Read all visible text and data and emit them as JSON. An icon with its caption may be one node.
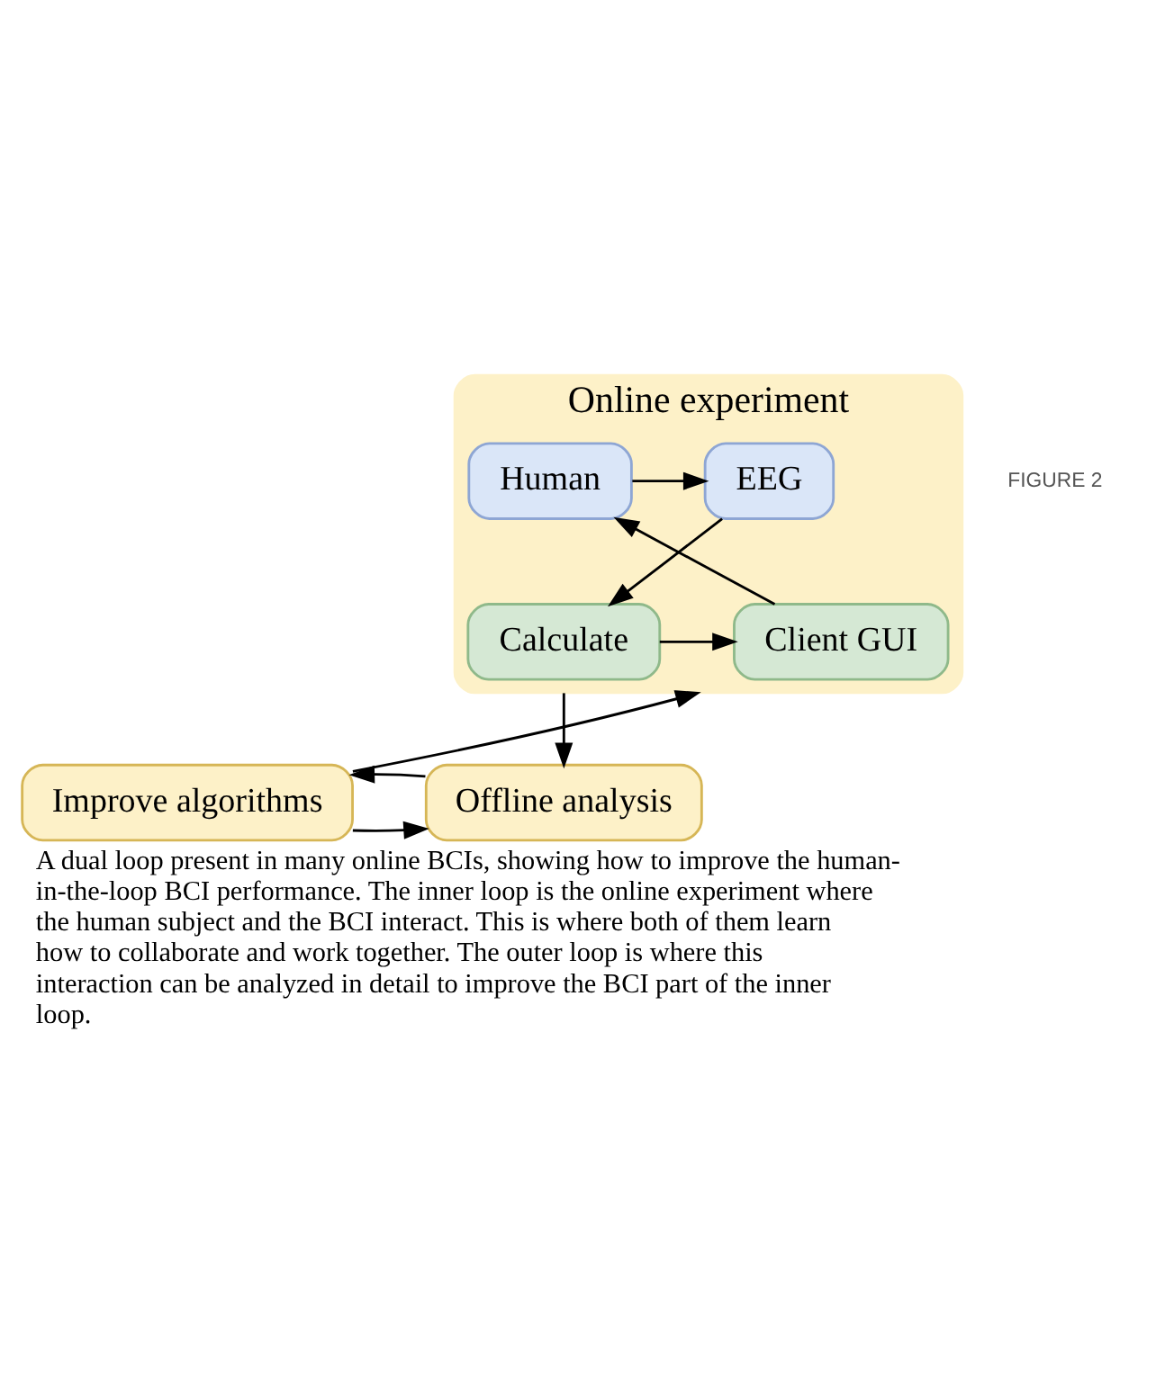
{
  "diagram": {
    "caption": "A dual loop present in many online BCIs, showing how to improve the human-in-the-loop BCI performance. The inner loop is the online experiment where the human subject and the BCI interact. This is where both of them learn how to collaborate and work together. The outer loop is where this interaction can be analyzed in detail to improve the BCI part of the inner loop.",
    "nodes": [
      {
        "text": [
          "Online experiment"
        ]
      },
      {
        "text": [
          "Human"
        ],
        "in": 0
      },
      {
        "text": [
          "EEG"
        ],
        "in": 0
      },
      {
        "text": [
          "Client GUI"
        ],
        "in": 0
      },
      {
        "text": [
          "Calculate"
        ],
        "in": 0
      },
      {
        "text": [
          "Improve algorithms"
        ]
      },
      {
        "text": [
          "Offline analysis"
        ]
      }
    ],
    "edges": [
      {
        "from": 1,
        "to": 2,
        "arrow": "to"
      },
      {
        "from": 2,
        "to": 4,
        "arrow": "to"
      },
      {
        "from": 4,
        "to": 3,
        "arrow": "to"
      },
      {
        "from": 3,
        "to": 1,
        "arrow": "to"
      },
      {
        "from": 5,
        "to": 0,
        "arrow": "to"
      },
      {
        "from": 0,
        "to": 6,
        "arrow": "to"
      },
      {
        "from": 5,
        "to": 6,
        "arrow": "to"
      },
      {
        "from": 6,
        "to": 5,
        "arrow": "to"
      }
    ],
    "labels": [
      "FIGURE 2"
    ]
  }
}
